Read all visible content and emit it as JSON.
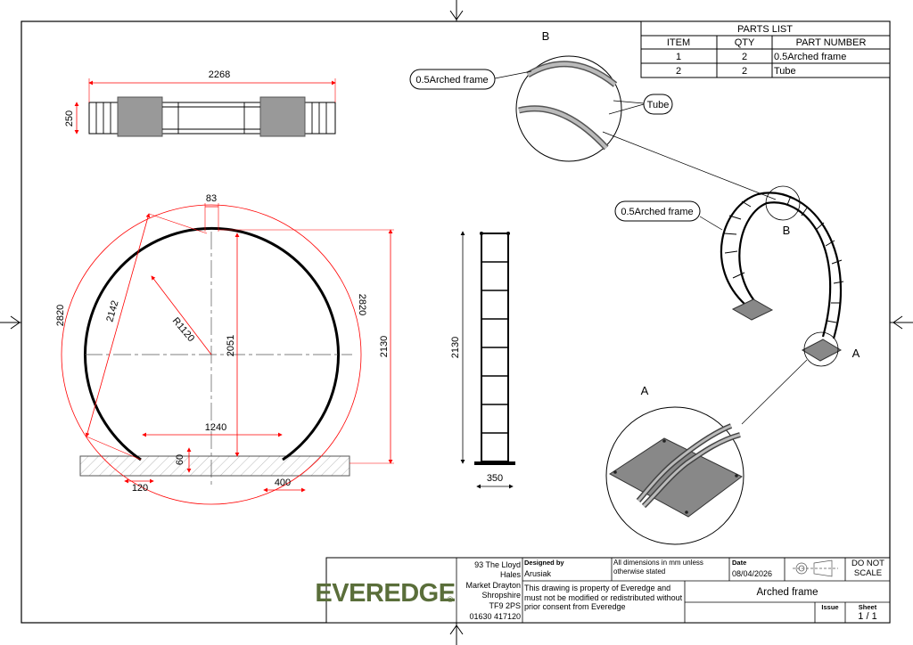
{
  "parts_list": {
    "title": "PARTS LIST",
    "headers": [
      "ITEM",
      "QTY",
      "PART NUMBER"
    ],
    "rows": [
      {
        "item": "1",
        "qty": "2",
        "part": "0.5Arched frame"
      },
      {
        "item": "2",
        "qty": "2",
        "part": "Tube"
      }
    ]
  },
  "top_view": {
    "width": "2268",
    "depth": "250"
  },
  "front_view": {
    "top_width": "83",
    "outer_dim_left": "2820",
    "outer_dim_right": "2820",
    "chord": "2142",
    "radius": "R1120",
    "inner_height": "2051",
    "total_height": "2130",
    "opening": "1240",
    "foot_depth": "60",
    "foot_width": "120",
    "base_width": "400"
  },
  "side_view": {
    "height": "2130",
    "width": "350"
  },
  "callouts": {
    "arched_frame_top": "0.5Arched frame",
    "arched_frame_iso": "0.5Arched frame",
    "tube": "Tube",
    "detail_b_title": "B",
    "detail_b_marker": "B",
    "detail_a_title": "A",
    "detail_a_marker": "A"
  },
  "title_block": {
    "logo": "EVEREDGE",
    "registered": "®",
    "address": [
      "93 The Lloyd",
      "Hales",
      "Market Drayton",
      "Shropshire",
      "TF9 2PS",
      "01630 417120"
    ],
    "designed_by_label": "Designed by",
    "designed_by": "Arusiak",
    "dimensions_note": "All dimensions in mm unless otherwise stated",
    "date_label": "Date",
    "date": "08/04/2026",
    "do_not_scale": "DO NOT SCALE",
    "property_note": "This drawing is property of Everedge and must not be modified or redistributed without prior consent from Everedge",
    "drawing_title": "Arched frame",
    "issue_label": "Issue",
    "sheet_label": "Sheet",
    "sheet": "1 / 1"
  },
  "colors": {
    "dimension": "#ff0000",
    "line": "#000000",
    "logo": "#5a6e3a",
    "hatch": "#b0b0b0"
  }
}
